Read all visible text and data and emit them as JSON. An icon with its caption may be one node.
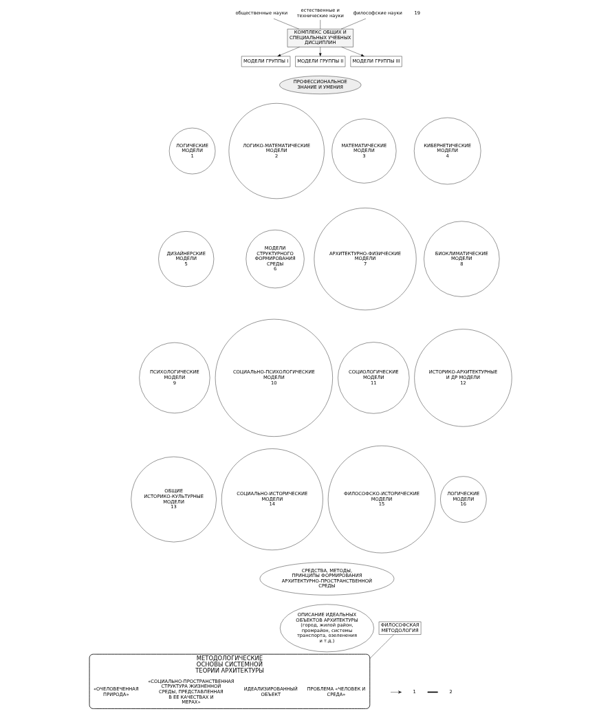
{
  "diagram": {
    "nodes": [
      {
        "text": [
          "КОМПЛЕКС ОБЩИХ И СПЕЦИАЛЬНЫХ УЧЕБНЫХ ДИСЦИПЛИН"
        ]
      },
      {
        "text": [
          "МОДЕЛИ ГРУППЫ I"
        ]
      },
      {
        "text": [
          "МОДЕЛИ ГРУППЫ II"
        ]
      },
      {
        "text": [
          "МОДЕЛИ ГРУППЫ III"
        ]
      },
      {
        "text": [
          "ПРОФЕССИОНАЛЬНОЕ ЗНАНИЕ И УМЕНИЯ"
        ]
      },
      {
        "text": [
          "ЛОГИЧЕСКИЕ МОДЕЛИ",
          "1"
        ]
      },
      {
        "text": [
          "ЛОГИКО-МАТЕМАТИЧЕСКИЕ МОДЕЛИ",
          "2"
        ]
      },
      {
        "text": [
          "МАТЕМАТИЧЕСКИЕ МОДЕЛИ",
          "3"
        ]
      },
      {
        "text": [
          "КИБЕРНЕТИЧЕСКИЕ МОДЕЛИ",
          "4"
        ]
      },
      {
        "text": [
          "ДИЗАЙНЕРСКИЕ МОДЕЛИ",
          "5"
        ]
      },
      {
        "text": [
          "МОДЕЛИ СТРУКТУРНОГО ФОРМИРОВАНИЯ СРЕДЫ",
          "6"
        ]
      },
      {
        "text": [
          "АРХИТЕКТУРНО-ФИЗИЧЕСКИЕ МОДЕЛИ",
          "7"
        ]
      },
      {
        "text": [
          "БИОКЛИМАТИЧЕСКИЕ МОДЕЛИ",
          "8"
        ]
      },
      {
        "text": [
          "ПСИХОЛОГИЧЕСКИЕ МОДЕЛИ",
          "9"
        ]
      },
      {
        "text": [
          "СОЦИАЛЬНО-ПСИХОЛОГИЧЕСКИЕ МОДЕЛИ",
          "10"
        ]
      },
      {
        "text": [
          "СОЦИОЛОГИЧЕСКИЕ МОДЕЛИ",
          "11"
        ]
      },
      {
        "text": [
          "ИСТОРИКО-АРХИТЕКТУРНЫЕ И ДР МОДЕЛИ",
          "12"
        ]
      },
      {
        "text": [
          "ОБЩИЕ ИСТОРИКО-КУЛЬТУРНЫЕ МОДЕЛИ",
          "13"
        ]
      },
      {
        "text": [
          "СОЦИАЛЬНО-ИСТОРИЧЕСКИЕ МОДЕЛИ",
          "14"
        ]
      },
      {
        "text": [
          "ФИЛОСОФСКО-ИСТОРИЧЕСКИЕ МОДЕЛИ",
          "15"
        ]
      },
      {
        "text": [
          "ЛОГИЧЕСКИЕ МОДЕЛИ",
          "16"
        ]
      },
      {
        "text": [
          "СРЕДСТВА, МЕТОДЫ, ПРИНЦИПЫ ФОРМИРОВАНИЯ АРХИТЕКТУРНО-ПРОСТРАНСТВЕННОЙ СРЕДЫ"
        ]
      },
      {
        "text": [
          "ОПИСАНИЕ ИДЕАЛЬНЫХ ОБЪЕКТОВ АРХИТЕКТУРЫ",
          "(город, жилой район, промрайон, системы транспорта, озеленения и т.д.)"
        ]
      },
      {
        "text": [
          "МЕТОДОЛОГИЧЕСКИЕ ОСНОВЫ СИСТЕМНОЙ ТЕОРИИ АРХИТЕКТУРЫ"
        ]
      },
      {
        "text": [
          "ПРОБЛЕМА «ЧЕЛОВЕК И СРЕДА»"
        ],
        "in": 23
      },
      {
        "text": [
          "ИДЕАЛИЗИРОВАННЫЙ ОБЪЕКТ"
        ],
        "in": 23
      },
      {
        "text": [
          "«СОЦИАЛЬНО-ПРОСТРАНСТВЕННАЯ СТРУКТУРА ЖИЗНЕННОЙ СРЕДЫ, ПРЕДСТАВЛЕННАЯ В ЕЕ КАЧЕСТВАХ И МЕРАХ»"
        ],
        "in": 23
      },
      {
        "text": [
          "«ОЧЕЛОВЕЧЕННАЯ ПРИРОДА»"
        ],
        "in": 23
      },
      {
        "text": [
          "ФИЛОСОФСКАЯ МЕТОДОЛОГИЯ"
        ]
      },
      {
        "text": [
          "общественные науки"
        ]
      },
      {
        "text": [
          "естественные и технические науки"
        ]
      },
      {
        "text": [
          "философские науки"
        ]
      }
    ],
    "edges": [
      {
        "from": 0,
        "to": 1,
        "arrow": "to"
      },
      {
        "from": 0,
        "to": 2,
        "arrow": "to"
      },
      {
        "from": 0,
        "to": 3,
        "arrow": "to"
      },
      {
        "from": 29,
        "to": 0,
        "arrow": "none"
      },
      {
        "from": 30,
        "to": 0,
        "arrow": "none"
      },
      {
        "from": 31,
        "to": 0,
        "arrow": "none"
      },
      {
        "from": 28,
        "to": 23,
        "arrow": "none"
      }
    ],
    "labels": [
      "19"
    ],
    "legend": [
      {
        "text": "1"
      },
      {
        "text": "2"
      }
    ]
  }
}
